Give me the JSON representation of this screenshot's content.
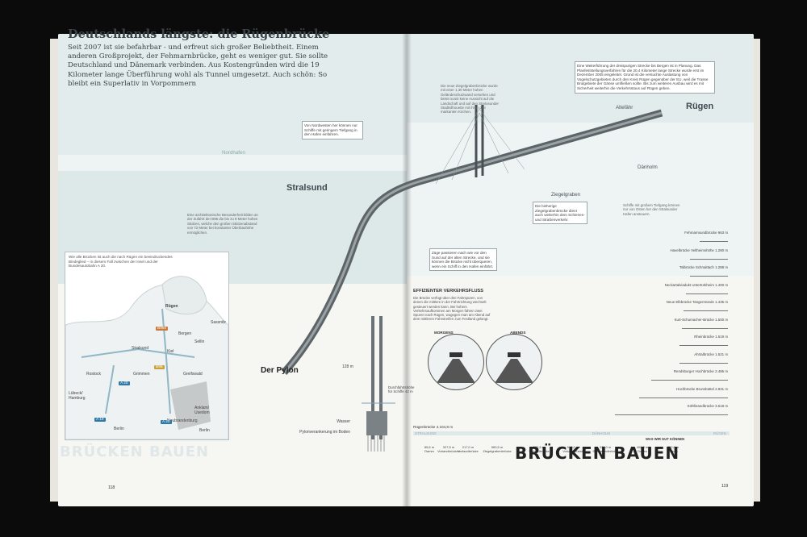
{
  "title": "Deutschlands längste: die Rügenbrücke",
  "intro": "Seit 2007 ist sie befahrbar - und erfreut sich großer Beliebtheit. Einem anderen Großprojekt, der Fehmarnbrücke, geht es weniger gut. Sie sollte Deutschland und Dänemark verbinden. Aus Kostengründen wird die 19 Kilometer lange Überführung wohl als Tunnel umgesetzt. Auch schön: So bleibt ein Superlativ in Vorpommern",
  "places": {
    "stralsund": "Stralsund",
    "ruegen": "Rügen",
    "altefaehr": "Altefähr",
    "daenholm": "Dänholm",
    "nordhafen": "Nordhafen",
    "ziegelgraben": "Ziegelgraben"
  },
  "callouts": {
    "c1": "Von Nordwesten her können nur Schiffe mit geringem Tiefgang in den Hafen einfahren.",
    "c2": "Die neue Ziegelgrabenbrücke wurde mit einer 1,30 Meter hohen Geländeschutzwand versehen und bietet somit keine Aussicht auf die Landschaft und auf den Strelasunder Stadtsilhouette mit ihren drei markanten Kirchen.",
    "c3": "Eine Weiterführung der dreispurigen Strecke bis Bergen ist in Planung. Das Planfeststellungsverfahren für die 20,4 Kilometer lange Strecke wurde erst im Dezember 2005 eingeleitet. Grund ist die versuchte Auslastung von Vogelschutzgebieten durch den Kreis Rügen gegenüber der EU, weil die Trasse Brutgebiete der Gänse umfließen sollte. Bis zum weiteren Ausbau wird es mit Sicherheit weiterhin die Verkehrsstaus auf Rügen geben.",
    "c4": "Eine architektonische Besonderheit bilden an der Zufahrt der B96 die bis zu 9 Meter hohen Stützen, welche den großen Stützenabstand von 72 Meter bei konstanter Überbauhöhe ermöglichen.",
    "c5": "Die bisherige Ziegelgrabenbrücke dient auch weiterhin dem Schienen- und Straßenverkehr.",
    "c6": "Schiffe mit großem Tiefgang können nur von Osten her den Stralsunder Hafen ansteuern.",
    "c7": "Züge passieren nach wie vor den Sund auf der alten Strecke, und sie können die Brücke nicht überqueren, wenn ein Schiff in den Hafen einfährt."
  },
  "map": {
    "caption": "Wie alle Brücken ist auch die nach Rügen ein beeindruckendes Bindeglied – in diesem Fall zwischen der Insel und der Bundesautobahn A 20.",
    "towns": [
      "Sassnitz",
      "Rügen",
      "Bergen",
      "Sellin",
      "Stralsund",
      "Rostock",
      "Grimmen",
      "Greifswald",
      "Lübeck/ Hamburg",
      "Anklam/ Usedom",
      "Neubrandenburg",
      "Berlin",
      "Berlin",
      "Kiel"
    ],
    "roads": [
      "B96n",
      "B96",
      "A 20",
      "A 19",
      "A 20"
    ]
  },
  "pylon": {
    "title": "Der Pylon",
    "height": "128 m",
    "clearance": "Durchfahrtshöhe für Schiffe 42 m",
    "water": "Wasser",
    "anchor": "Pylonverankerung im Boden"
  },
  "traffic": {
    "title": "EFFIZIENTER VERKEHRSFLUSS",
    "text": "Die Brücke verfügt über drei Fahrspuren, von denen die mittlere in der Fahrtrichtung wechselt gesteuert werden kann. Bei hohem Verkehrsaufkommen am Morgen fahren zwei Spuren nach Rügen, wogegen man am Abend auf dem mittleren Fahrstreifen zum Festland gelangt.",
    "morning": "MORGENS",
    "evening": "ABENDS"
  },
  "bridges": [
    {
      "name": "Fehmarnsundbrücke",
      "len": "963 m",
      "w": 0.14
    },
    {
      "name": "Havelbrücke Veltheimshöhe",
      "len": "1.280 m",
      "w": 0.19
    },
    {
      "name": "Talbrücke Schnaittach",
      "len": "1.288 m",
      "w": 0.19
    },
    {
      "name": "Neckartalviadukt Untertürkheim",
      "len": "1.400 m",
      "w": 0.21
    },
    {
      "name": "Neue Elbbrücke Tangermünde",
      "len": "1.435 m",
      "w": 0.22
    },
    {
      "name": "Kurt-Schumacher-Brücke",
      "len": "1.500 m",
      "w": 0.23
    },
    {
      "name": "Rheinbrücke",
      "len": "1.519 m",
      "w": 0.24
    },
    {
      "name": "Ahrtalbrücke",
      "len": "1.521 m",
      "w": 0.24
    },
    {
      "name": "Rendsburger Hochbrücke",
      "len": "2.486 m",
      "w": 0.38
    },
    {
      "name": "Hochbrücke Brunsbüttel",
      "len": "2.831 m",
      "w": 0.44
    },
    {
      "name": "Köhlbrandbrücke",
      "len": "3.618 m",
      "w": 0.56
    }
  ],
  "ruegenbruecke": {
    "label": "Rügenbrücke",
    "total": "4.104,8 m",
    "ends": [
      "STRALSUND",
      "DÄNHOLM",
      "RÜGEN"
    ],
    "segments": [
      {
        "len": "85,6 m",
        "name": "Damm"
      },
      {
        "len": "327,5 m",
        "name": "Vorlandbrücken"
      },
      {
        "len": "217,0 m",
        "name": "Vorlandbrücke"
      },
      {
        "len": "583,5 m",
        "name": "Ziegelgrabenbrücke"
      },
      {
        "len": "532,5 m",
        "name": "Vorlandbrücke"
      },
      {
        "len": "510,0 m",
        "name": "Vorlandbrücke"
      },
      {
        "len": "339,0 m",
        "name": "Strelasundbrücke"
      },
      {
        "len": "406,0 m",
        "name": "Damm"
      },
      {
        "len": "732,0 m",
        "name": "Damm"
      }
    ]
  },
  "footer": {
    "left_page": "118",
    "right_page": "119",
    "ghost": "BRÜCKEN BAUEN",
    "brand": "BRÜCKEN BAUEN",
    "brand_sub": "WAS WIR GUT KÖNNEN"
  }
}
